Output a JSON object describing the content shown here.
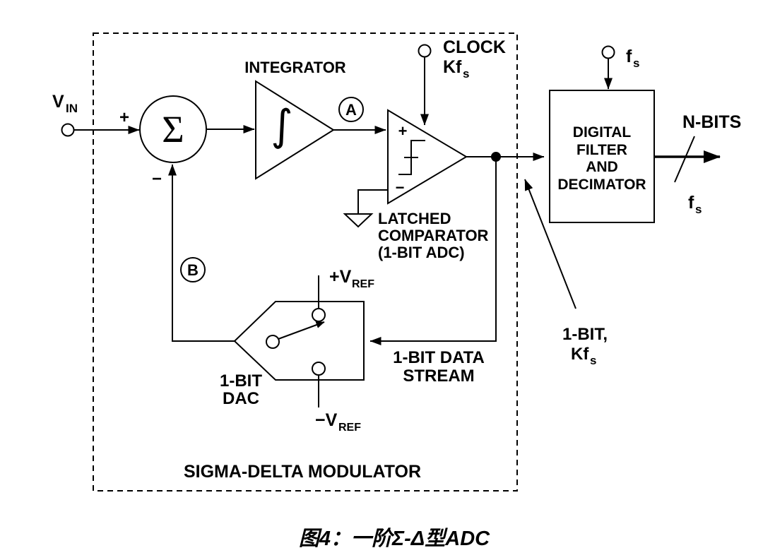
{
  "figure": {
    "caption": "图4：一阶Σ-Δ型ADC"
  },
  "modulator": {
    "boundary_label": "SIGMA-DELTA MODULATOR",
    "input": {
      "name": "V",
      "sub": "IN"
    },
    "summer": {
      "symbol": "Σ",
      "plus": "+",
      "minus": "−"
    },
    "integrator": {
      "label": "INTEGRATOR",
      "symbol": "∫"
    },
    "nodes": {
      "a": "A",
      "b": "B"
    },
    "clock": {
      "label": "CLOCK",
      "freq": "Kf",
      "freq_sub": "s"
    },
    "comparator": {
      "plus": "+",
      "minus": "−",
      "label_line1": "LATCHED",
      "label_line2": "COMPARATOR",
      "label_line3": "(1-BIT ADC)"
    },
    "dac": {
      "label_line1": "1-BIT",
      "label_line2": "DAC",
      "vref_pos": "+V",
      "vref_pos_sub": "REF",
      "vref_neg": "−V",
      "vref_neg_sub": "REF"
    },
    "data_stream": {
      "label_line1": "1-BIT DATA",
      "label_line2": "STREAM"
    }
  },
  "filter": {
    "label_line1": "DIGITAL",
    "label_line2": "FILTER",
    "label_line3": "AND",
    "label_line4": "DECIMATOR",
    "clock": {
      "name": "f",
      "sub": "s"
    }
  },
  "output": {
    "bus_label": "N-BITS",
    "rate": {
      "name": "f",
      "sub": "s"
    }
  },
  "annotation": {
    "line1": "1-BIT,",
    "line2": "Kf",
    "line2_sub": "s"
  },
  "colors": {
    "ink": "#000000",
    "background": "#ffffff"
  }
}
